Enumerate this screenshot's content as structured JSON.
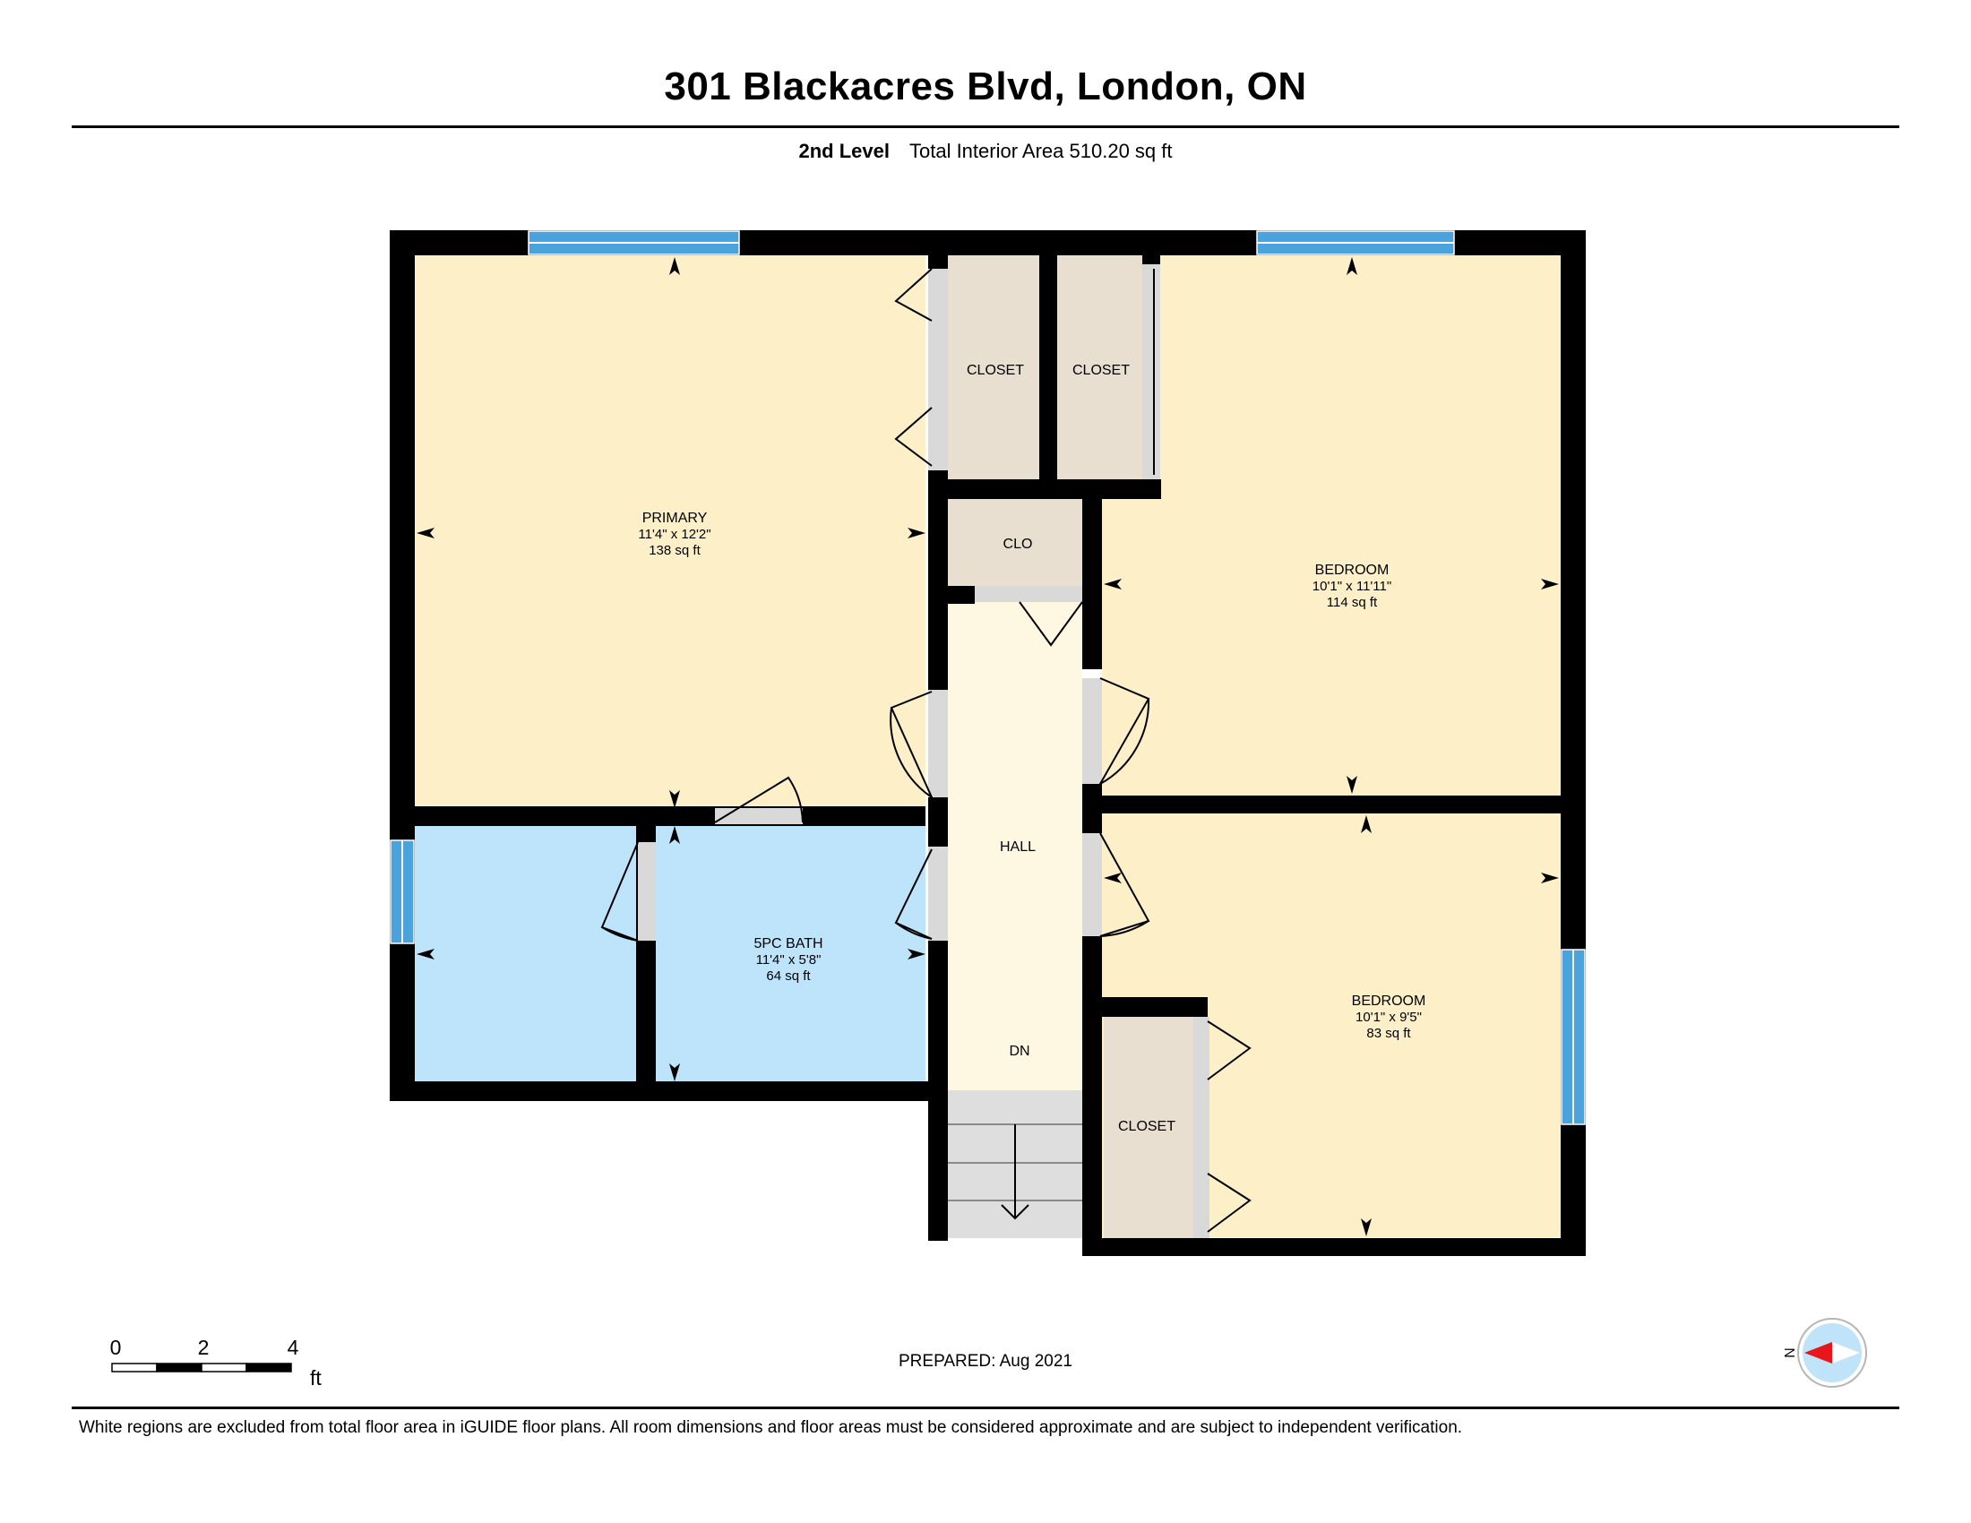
{
  "header": {
    "title": "301 Blackacres Blvd, London, ON",
    "level": "2nd Level",
    "area_text": "Total Interior Area 510.20 sq ft"
  },
  "rooms": {
    "primary": {
      "name": "PRIMARY",
      "dims": "11'4\" x 12'2\"",
      "area": "138 sq ft"
    },
    "bath": {
      "name": "5PC BATH",
      "dims": "11'4\" x 5'8\"",
      "area": "64 sq ft"
    },
    "bedroom1": {
      "name": "BEDROOM",
      "dims": "10'1\" x 11'11\"",
      "area": "114 sq ft"
    },
    "bedroom2": {
      "name": "BEDROOM",
      "dims": "10'1\" x 9'5\"",
      "area": "83 sq ft"
    },
    "closet1": {
      "name": "CLOSET"
    },
    "closet2": {
      "name": "CLOSET"
    },
    "closet3": {
      "name": "CLOSET"
    },
    "clo": {
      "name": "CLO"
    },
    "hall": {
      "name": "HALL"
    },
    "stairs": {
      "name": "DN"
    }
  },
  "scale_bar": {
    "ticks": [
      "0",
      "2",
      "4"
    ],
    "unit": "ft"
  },
  "compass": {
    "label": "N"
  },
  "footer": {
    "prepared": "PREPARED: Aug 2021",
    "disclaimer": "White regions are excluded from total floor area in iGUIDE floor plans. All room dimensions and floor areas must be considered approximate and are subject to independent verification."
  },
  "colors": {
    "bedroom_fill": "#fdf0c8",
    "hall_fill": "#fef8e3",
    "bath_fill": "#bee4fb",
    "closet_fill": "#e8dfd0",
    "stair_fill": "#dedede",
    "door_fill": "#d9d9d9",
    "window": "#4aa3dc",
    "wall": "#000000",
    "compass_arrow": "#e8151b"
  }
}
